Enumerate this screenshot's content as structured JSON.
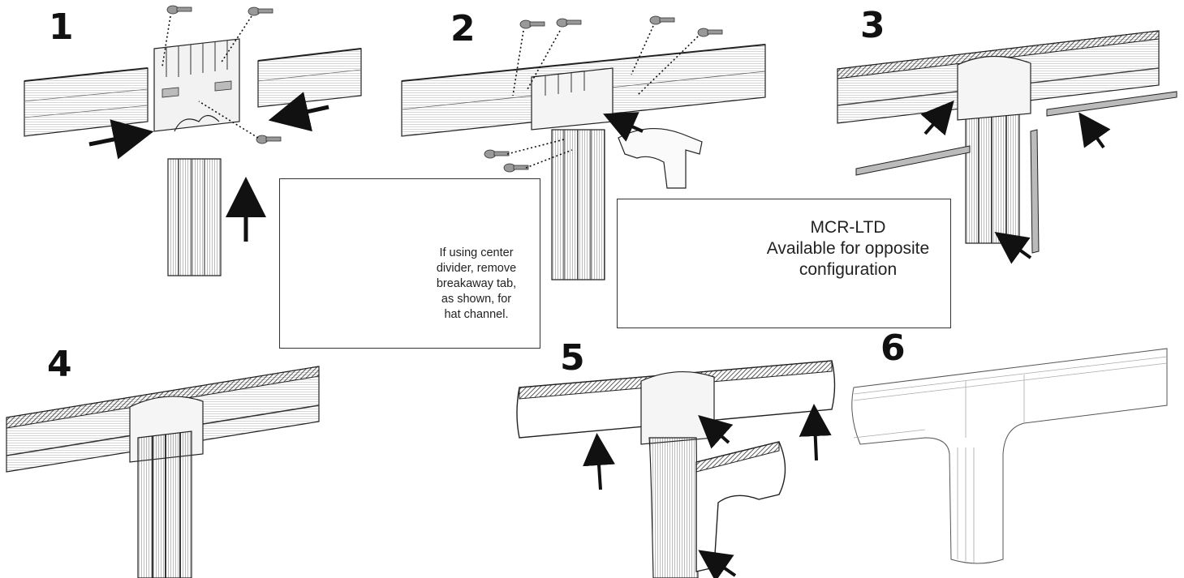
{
  "steps": [
    {
      "number": "1"
    },
    {
      "number": "2"
    },
    {
      "number": "3"
    },
    {
      "number": "4"
    },
    {
      "number": "5"
    },
    {
      "number": "6"
    }
  ],
  "callouts": {
    "divider_note": {
      "lines": [
        "If using center",
        "divider, remove",
        "breakaway tab,",
        "as shown, for",
        "hat channel."
      ]
    },
    "mcr_ltd_note": {
      "lines": [
        "MCR-LTD",
        "Available for opposite",
        "configuration"
      ]
    }
  },
  "colors": {
    "line": "#1a1a1a",
    "metal": "#d8d8d8",
    "dark_edge": "#222222",
    "hatch": "#3a3a3a"
  }
}
